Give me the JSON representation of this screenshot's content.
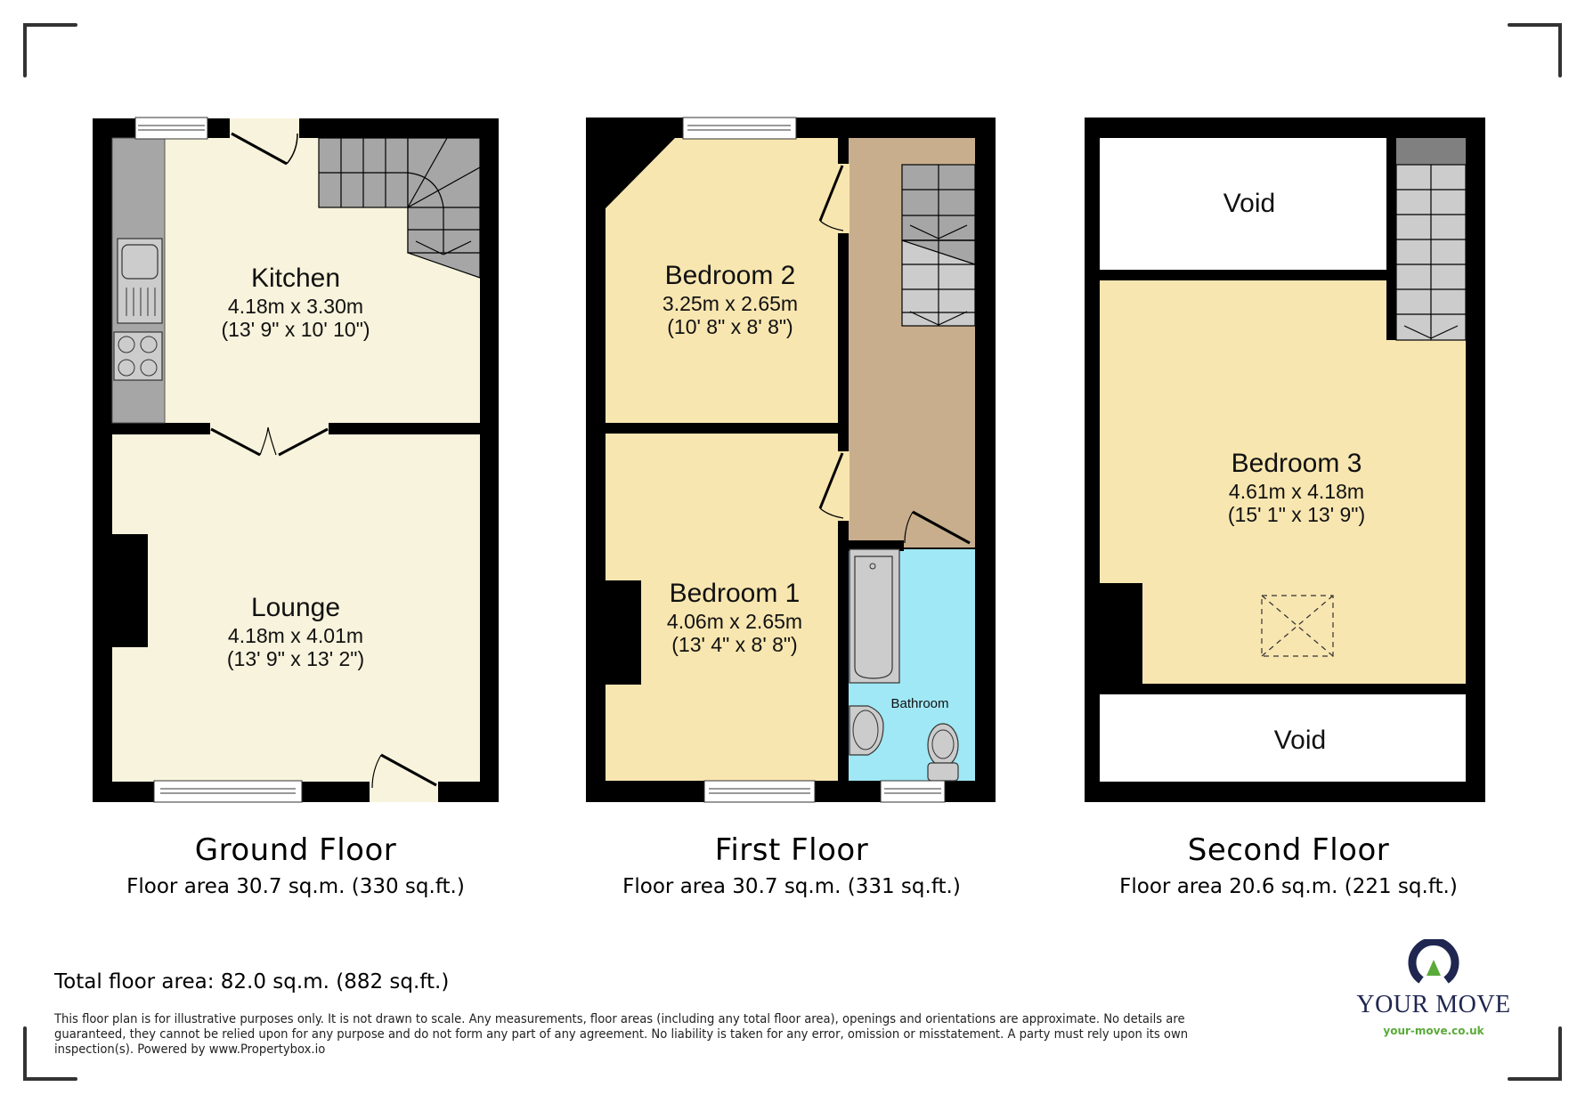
{
  "floors": [
    {
      "title": "Ground Floor",
      "area": "Floor area 30.7 sq.m. (330 sq.ft.)",
      "rooms": [
        {
          "name": "Kitchen",
          "metric": "4.18m x 3.30m",
          "imperial": "(13' 9\" x 10' 10\")"
        },
        {
          "name": "Lounge",
          "metric": "4.18m x 4.01m",
          "imperial": "(13' 9\" x 13' 2\")"
        }
      ]
    },
    {
      "title": "First Floor",
      "area": "Floor area 30.7 sq.m. (331 sq.ft.)",
      "rooms": [
        {
          "name": "Bedroom 2",
          "metric": "3.25m x 2.65m",
          "imperial": "(10' 8\" x 8' 8\")"
        },
        {
          "name": "Bedroom 1",
          "metric": "4.06m x 2.65m",
          "imperial": "(13' 4\" x 8' 8\")"
        },
        {
          "name": "Bathroom"
        }
      ]
    },
    {
      "title": "Second Floor",
      "area": "Floor area 20.6 sq.m. (221 sq.ft.)",
      "rooms": [
        {
          "name": "Void"
        },
        {
          "name": "Bedroom 3",
          "metric": "4.61m x 4.18m",
          "imperial": "(15' 1\" x 13' 9\")"
        },
        {
          "name": "Void"
        }
      ]
    }
  ],
  "total_area": "Total floor area: 82.0 sq.m. (882 sq.ft.)",
  "disclaimer": "This floor plan is for illustrative purposes only. It is not drawn to scale. Any measurements, floor areas (including any total floor area), openings and orientations are approximate. No details are guaranteed, they cannot be relied upon for any purpose and do not form any part of any agreement. No liability is taken for any error, omission or misstatement. A party must rely upon its own inspection(s). Powered by www.Propertybox.io",
  "logo": {
    "brand": "YOUR MOVE",
    "url": "your-move.co.uk",
    "icon": "your-move-logo-icon"
  },
  "colors": {
    "wall": "#000000",
    "kitchen_lounge_floor": "#f8f3dc",
    "bedroom_floor": "#f8e6b0",
    "landing_floor": "#c8ae8d",
    "bathroom_floor": "#a0e8f5",
    "void": "#ffffff",
    "fixture_gray": "#a6a6a6",
    "fixture_light": "#cccccc",
    "brand_navy": "#1f2650",
    "brand_green": "#5aaa3a"
  }
}
